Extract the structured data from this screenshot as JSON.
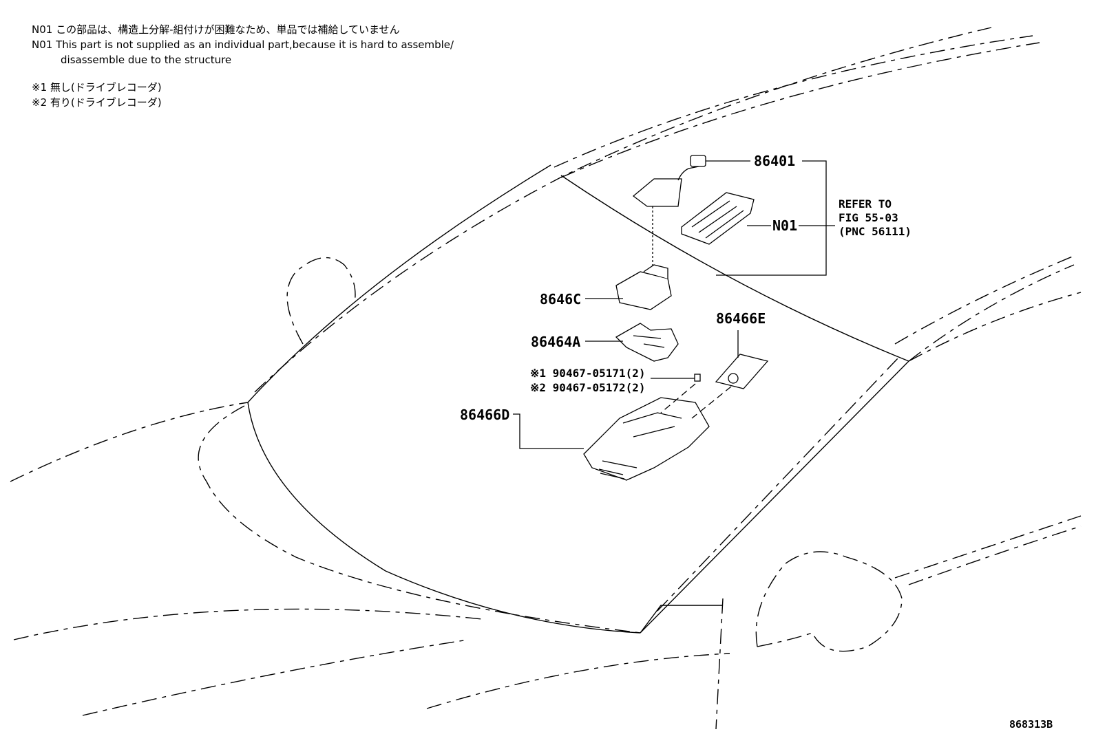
{
  "notes": {
    "n01_jp": "N01 この部品は、構造上分解‐組付けが困難なため、単品では補給していません",
    "n01_en_line1": "N01 This part is not supplied as an individual part,because it is hard to assemble/",
    "n01_en_line2": "disassemble due to the structure",
    "cond1": "※1 無し(ドライブレコーダ)",
    "cond2": "※2 有り(ドライブレコーダ)"
  },
  "callouts": {
    "p86401": "86401",
    "n01": "N01",
    "p8646C": "8646C",
    "p86464A": "86464A",
    "p86466E": "86466E",
    "p86466D": "86466D",
    "bolt1": "※1 90467-05171(2)",
    "bolt2": "※2 90467-05172(2)"
  },
  "reference": {
    "line1": "REFER TO",
    "line2": "FIG 55-03",
    "line3": "(PNC 56111)"
  },
  "figure_id": "868313B"
}
